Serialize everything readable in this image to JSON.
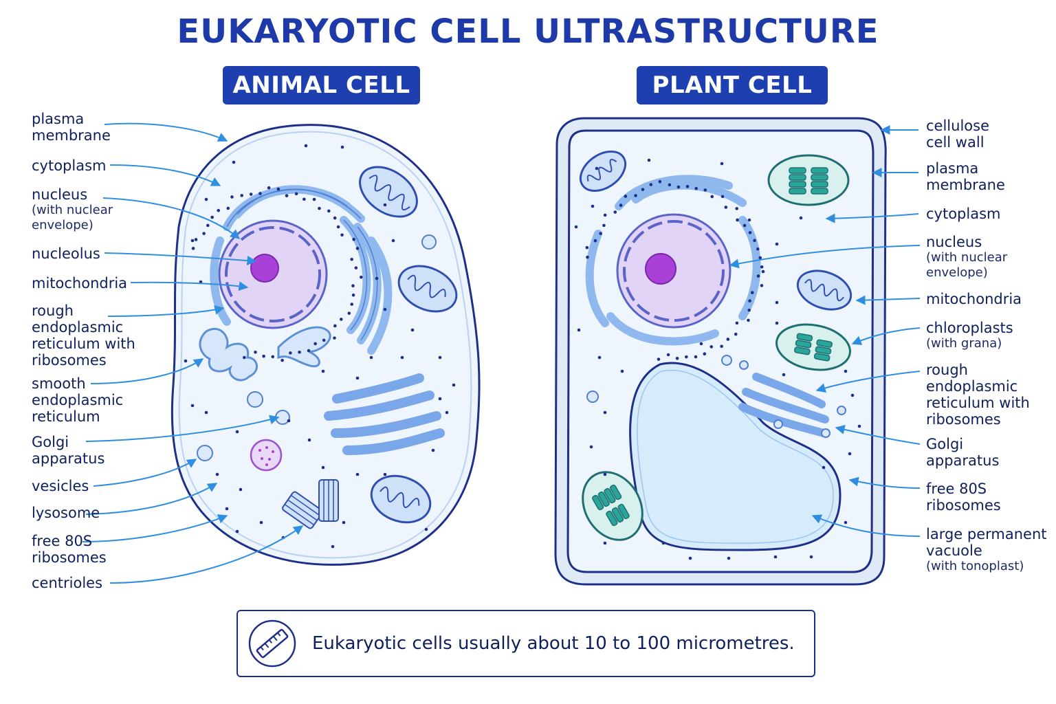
{
  "title": "EUKARYOTIC CELL ULTRASTRUCTURE",
  "animal": {
    "heading": "ANIMAL CELL",
    "labels": [
      {
        "main": "plasma",
        "cont": "membrane",
        "sub": ""
      },
      {
        "main": "cytoplasm",
        "cont": "",
        "sub": ""
      },
      {
        "main": "nucleus",
        "cont": "",
        "sub": "(with nuclear envelope)"
      },
      {
        "main": "nucleolus",
        "cont": "",
        "sub": ""
      },
      {
        "main": "mitochondria",
        "cont": "",
        "sub": ""
      },
      {
        "main": "rough",
        "cont": "endoplasmic reticulum with ribosomes",
        "sub": ""
      },
      {
        "main": "smooth",
        "cont": "endoplasmic reticulum",
        "sub": ""
      },
      {
        "main": "Golgi",
        "cont": "apparatus",
        "sub": ""
      },
      {
        "main": "vesicles",
        "cont": "",
        "sub": ""
      },
      {
        "main": "lysosome",
        "cont": "",
        "sub": ""
      },
      {
        "main": "free 80S",
        "cont": "ribosomes",
        "sub": ""
      },
      {
        "main": "centrioles",
        "cont": "",
        "sub": ""
      }
    ]
  },
  "plant": {
    "heading": "PLANT CELL",
    "labels": [
      {
        "main": "cellulose",
        "cont": "cell wall",
        "sub": ""
      },
      {
        "main": "plasma",
        "cont": "membrane",
        "sub": ""
      },
      {
        "main": "cytoplasm",
        "cont": "",
        "sub": ""
      },
      {
        "main": "nucleus",
        "cont": "",
        "sub": "(with nuclear envelope)"
      },
      {
        "main": "mitochondria",
        "cont": "",
        "sub": ""
      },
      {
        "main": "chloroplasts",
        "cont": "",
        "sub": "(with grana)"
      },
      {
        "main": "rough",
        "cont": "endoplasmic reticulum with ribosomes",
        "sub": ""
      },
      {
        "main": "Golgi",
        "cont": "apparatus",
        "sub": ""
      },
      {
        "main": "free 80S",
        "cont": "ribosomes",
        "sub": ""
      },
      {
        "main": "large permanent",
        "cont": "vacuole",
        "sub": "(with tonoplast)"
      }
    ]
  },
  "footer": {
    "text": "Eukaryotic cells usually about 10 to 100 micrometres.",
    "icon": "ruler-icon"
  },
  "colors": {
    "title": "#1e3aa8",
    "pill": "#1e3fb0",
    "outline": "#1e2f8a",
    "cytoplasm": "#eef5fc",
    "organelle": "#8fb8ee",
    "nucleus": "#e2d4f7",
    "nucleolus": "#a940d8",
    "chloroplast": "#2aa59a",
    "vacuole": "#d6ebfb",
    "arrow": "#2f8ee0"
  }
}
